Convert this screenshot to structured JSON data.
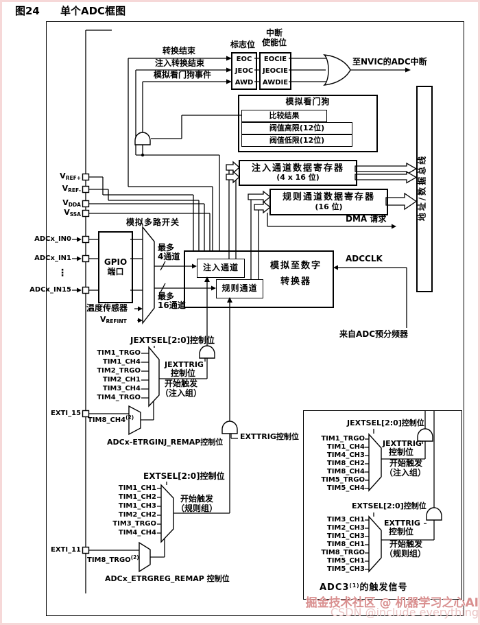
{
  "title": {
    "fig": "图24",
    "name": "单个ADC框图"
  },
  "interrupts": {
    "signals": [
      "转换结束",
      "注入转换结束",
      "模拟看门狗事件"
    ],
    "flags_title": "标志位",
    "flags": [
      "EOC",
      "JEOC",
      "AWD"
    ],
    "enable_title_line1": "中断",
    "enable_title_line2": "使能位",
    "enables": [
      "EOCIE",
      "JEOCIE",
      "AWDIE"
    ],
    "nvic_label": "至NVIC的ADC中断"
  },
  "watchdog": {
    "title": "模拟看门狗",
    "compare": "比较结果",
    "high": "阀值高限(12位)",
    "low": "阀值低限(12位)"
  },
  "registers": {
    "injected": {
      "name": "注入通道数据寄存器",
      "size": "(4 x 16 位)"
    },
    "regular": {
      "name": "规则通道数据寄存器",
      "size": "(16 位)"
    },
    "dma_label": "DMA 请求"
  },
  "bus_label": "地址/数据总线",
  "pins": {
    "vref_plus": {
      "base": "V",
      "sub": "REF+"
    },
    "vref_minus": {
      "base": "V",
      "sub": "REF-"
    },
    "vdda": {
      "base": "V",
      "sub": "DDA"
    },
    "vssa": {
      "base": "V",
      "sub": "SSA"
    },
    "in0": "ADCx_IN0",
    "in1": "ADCx_IN1",
    "in15": "ADCx_IN15",
    "dots": "⋮",
    "exti15": "EXTI_15",
    "exti11": "EXTI_11"
  },
  "frontend": {
    "mux_label": "模拟多路开关",
    "gpio_line1": "GPIO",
    "gpio_line2": "端口",
    "max4_line1": "最多",
    "max4_line2": "4通道",
    "max16_line1": "最多",
    "max16_line2": "16通道",
    "temp_sensor": "温度传感器",
    "vrefint": {
      "base": "V",
      "sub": "REFINT"
    }
  },
  "converter": {
    "injected": "注入通道",
    "regular": "规则通道",
    "name_line1": "模拟至数字",
    "name_line2": "转换器",
    "adcclk": "ADCCLK",
    "prescaler": "来自ADC预分频器"
  },
  "inj_trigger": {
    "sel_label": "JEXTSEL[2:0]控制位",
    "inputs": [
      "TIM1_TRGO",
      "TIM1_CH4",
      "TIM2_TRGO",
      "TIM2_CH1",
      "TIM3_CH4",
      "TIM4_TRGO"
    ],
    "gate_line1": "JEXTTRIG",
    "gate_line2": "控制位",
    "start_line1": "开始触发",
    "start_line2": "（注入组）",
    "ext_input": {
      "label": "TIM8_CH4",
      "sup": "(2)"
    },
    "remap_label": "ADCx-ETRGINJ_REMAP控制位"
  },
  "reg_trigger": {
    "sel_label": "EXTSEL[2:0]控制位",
    "inputs": [
      "TIM1_CH1",
      "TIM1_CH2",
      "TIM1_CH3",
      "TIM2_CH2",
      "TIM3_TRGO",
      "TIM4_CH4"
    ],
    "gate_label": "EXTTRIG控制位",
    "start_line1": "开始触发",
    "start_line2": "（规则组）",
    "ext_input": {
      "label": "TIM8_TRGO",
      "sup": "(2)"
    },
    "remap_label": "ADCx_ETRGREG_REMAP 控制位"
  },
  "adc3": {
    "caption": {
      "label": "ADC3",
      "sup": "(1)",
      "rest": "的触发信号"
    },
    "injected": {
      "sel_label": "JEXTSEL[2:0]控制位",
      "inputs": [
        "TIM1_TRGO",
        "TIM1_CH4",
        "TIM4_CH3",
        "TIM8_CH2",
        "TIM8_CH4",
        "TIM5_TRGO",
        "TIM5_CH4"
      ],
      "gate_line1": "JEXTTRIG",
      "gate_line2": "控制位",
      "start_line1": "开始触发",
      "start_line2": "（注入组）"
    },
    "regular": {
      "sel_label": "EXTSEL[2:0]控制位",
      "inputs": [
        "TIM3_CH1",
        "TIM2_CH3",
        "TIM1_CH3",
        "TIM8_CH1",
        "TIM8_TRGO",
        "TIM5_CH1",
        "TIM5_CH3"
      ],
      "gate_line1": "EXTTRIG",
      "gate_line2": "控制位",
      "start_line1": "开始触发",
      "start_line2": "（规则组）"
    }
  },
  "watermark": {
    "line1": "掘金技术社区 @ 机器学习之心AI",
    "line2": "CSDN @include everything"
  }
}
